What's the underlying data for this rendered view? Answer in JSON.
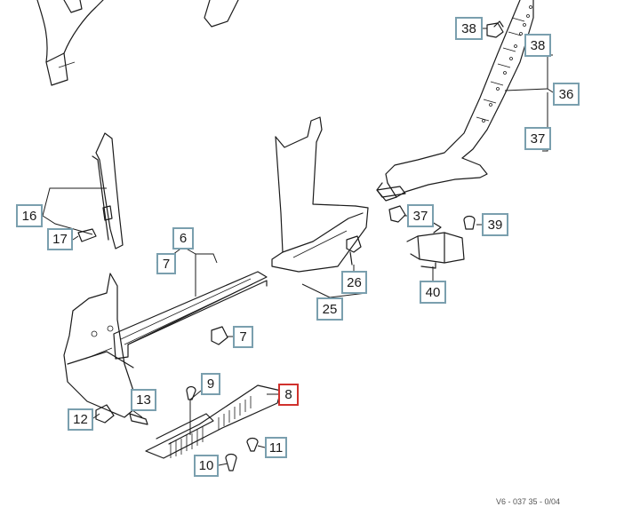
{
  "diagram": {
    "footer_code": "V6 - 037 35 - 0/04",
    "colors": {
      "callout_border": "#7a9fae",
      "highlight_border": "#d0312d"
    },
    "callouts": [
      {
        "name": "callout-38-clip",
        "label": "38"
      },
      {
        "name": "callout-38-pillar",
        "label": "38"
      },
      {
        "name": "callout-36",
        "label": "36"
      },
      {
        "name": "callout-37-upper",
        "label": "37"
      },
      {
        "name": "callout-16",
        "label": "16"
      },
      {
        "name": "callout-17",
        "label": "17"
      },
      {
        "name": "callout-6",
        "label": "6"
      },
      {
        "name": "callout-7-upper",
        "label": "7"
      },
      {
        "name": "callout-7-lower",
        "label": "7"
      },
      {
        "name": "callout-37-lower",
        "label": "37"
      },
      {
        "name": "callout-39",
        "label": "39"
      },
      {
        "name": "callout-26",
        "label": "26"
      },
      {
        "name": "callout-25",
        "label": "25"
      },
      {
        "name": "callout-40",
        "label": "40"
      },
      {
        "name": "callout-9",
        "label": "9"
      },
      {
        "name": "callout-8",
        "label": "8",
        "highlighted": true
      },
      {
        "name": "callout-13",
        "label": "13"
      },
      {
        "name": "callout-12",
        "label": "12"
      },
      {
        "name": "callout-11",
        "label": "11"
      },
      {
        "name": "callout-10",
        "label": "10"
      }
    ]
  }
}
